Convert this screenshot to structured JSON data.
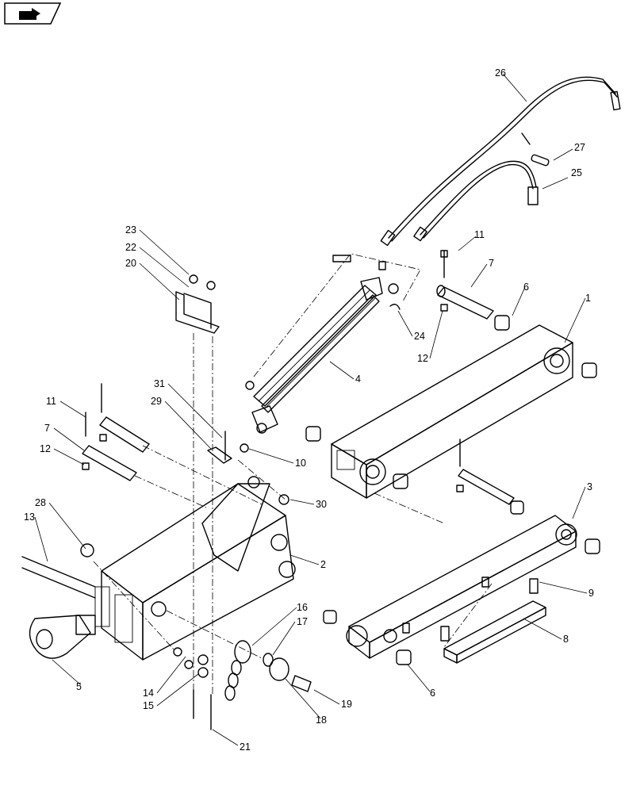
{
  "diagram": {
    "nav_icon": "page-forward-icon",
    "callouts": [
      {
        "id": "c26",
        "text": "26"
      },
      {
        "id": "c27",
        "text": "27"
      },
      {
        "id": "c25",
        "text": "25"
      },
      {
        "id": "c11a",
        "text": "11"
      },
      {
        "id": "c7a",
        "text": "7"
      },
      {
        "id": "c6a",
        "text": "6"
      },
      {
        "id": "c1",
        "text": "1"
      },
      {
        "id": "c24",
        "text": "24"
      },
      {
        "id": "c12a",
        "text": "12"
      },
      {
        "id": "c23",
        "text": "23"
      },
      {
        "id": "c22",
        "text": "22"
      },
      {
        "id": "c20",
        "text": "20"
      },
      {
        "id": "c4",
        "text": "4"
      },
      {
        "id": "c31",
        "text": "31"
      },
      {
        "id": "c29",
        "text": "29"
      },
      {
        "id": "c11b",
        "text": "11"
      },
      {
        "id": "c7b",
        "text": "7"
      },
      {
        "id": "c12b",
        "text": "12"
      },
      {
        "id": "c10",
        "text": "10"
      },
      {
        "id": "c3",
        "text": "3"
      },
      {
        "id": "c30",
        "text": "30"
      },
      {
        "id": "c28",
        "text": "28"
      },
      {
        "id": "c13",
        "text": "13"
      },
      {
        "id": "c2",
        "text": "2"
      },
      {
        "id": "c9",
        "text": "9"
      },
      {
        "id": "c16",
        "text": "16"
      },
      {
        "id": "c17",
        "text": "17"
      },
      {
        "id": "c8",
        "text": "8"
      },
      {
        "id": "c5",
        "text": "5"
      },
      {
        "id": "c14",
        "text": "14"
      },
      {
        "id": "c15",
        "text": "15"
      },
      {
        "id": "c6b",
        "text": "6"
      },
      {
        "id": "c19",
        "text": "19"
      },
      {
        "id": "c18",
        "text": "18"
      },
      {
        "id": "c21",
        "text": "21"
      }
    ]
  }
}
